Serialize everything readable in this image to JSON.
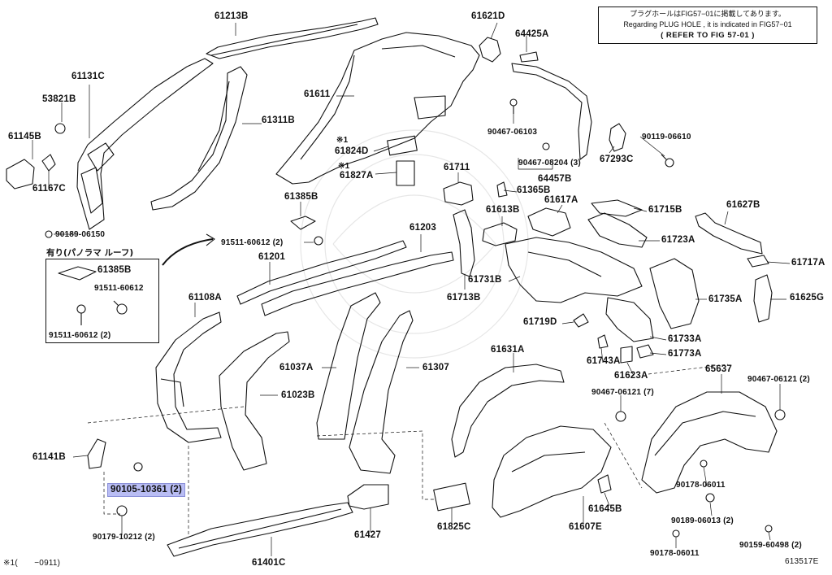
{
  "note_box": {
    "line1": "プラグホールはFIG57−01に掲載してあります。",
    "line2": "Regarding PLUG HOLE , it is indicated in FIG57−01",
    "line3": "( REFER TO FIG 57-01 )"
  },
  "panorama_title": "有り(パノラマ ルーフ)",
  "footnote": "※1(　　−0911)",
  "figure_number": "613517E",
  "highlighted_part": "90105-10361 (2)",
  "parts": {
    "p61213B": "61213B",
    "p61621D": "61621D",
    "p64425A": "64425A",
    "p61131C": "61131C",
    "p53821B": "53821B",
    "p61145B": "61145B",
    "p61167C": "61167C",
    "p61311B": "61311B",
    "p61611": "61611",
    "p90467_06103": "90467-06103",
    "p90119_06610": "90119-06610",
    "p61824D": "61824D",
    "p61827A": "61827A",
    "star1a": "※1",
    "star1b": "※1",
    "p90467_08204": "90467-08204 (3)",
    "p67293C": "67293C",
    "p64457B": "64457B",
    "p61711": "61711",
    "p61365B": "61365B",
    "p61385B_top": "61385B",
    "p61613B": "61613B",
    "p61617A": "61617A",
    "p61715B": "61715B",
    "p61627B": "61627B",
    "p90189_06150": "90189-06150",
    "p61203": "61203",
    "p91511_60612_top": "91511-60612 (2)",
    "p61723A": "61723A",
    "p61385B_box": "61385B",
    "p91511_60612_box": "91511-60612",
    "p91511_60612_box2": "91511-60612 (2)",
    "p61201": "61201",
    "p61731B": "61731B",
    "p61717A": "61717A",
    "p61713B": "61713B",
    "p61735A": "61735A",
    "p61625G": "61625G",
    "p61108A": "61108A",
    "p61719D": "61719D",
    "p61733A": "61733A",
    "p61037A": "61037A",
    "p61307": "61307",
    "p61631A": "61631A",
    "p61743A": "61743A",
    "p61773A": "61773A",
    "p61623A": "61623A",
    "p65637": "65637",
    "p61023B": "61023B",
    "p90467_06121_7": "90467-06121 (7)",
    "p90467_06121_2": "90467-06121 (2)",
    "p61141B": "61141B",
    "p90178_06011_a": "90178-06011",
    "p61645B": "61645B",
    "p90189_06013": "90189-06013 (2)",
    "p90179_10212": "90179-10212 (2)",
    "p61427": "61427",
    "p61825C": "61825C",
    "p61607E": "61607E",
    "p90159_60498": "90159-60498 (2)",
    "p61401C": "61401C",
    "p90178_06011_b": "90178-06011"
  }
}
